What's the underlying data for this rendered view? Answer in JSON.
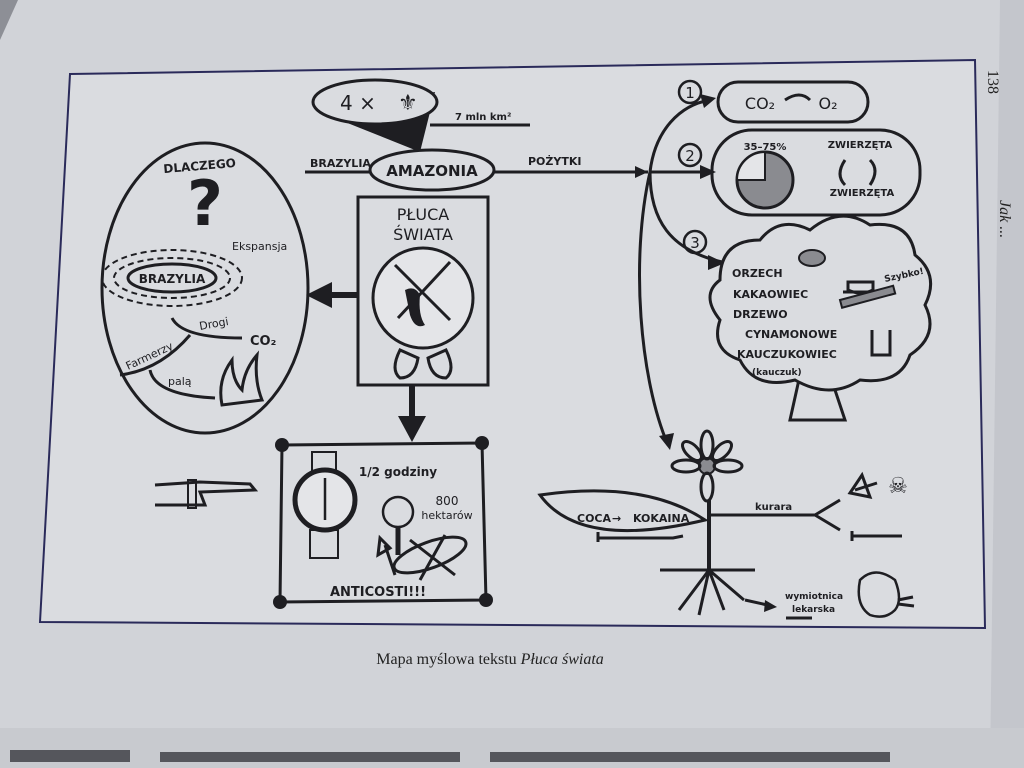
{
  "page": {
    "number": "138",
    "running_head": "Jak ...",
    "caption_prefix": "Mapa myślowa tekstu ",
    "caption_italic": "Płuca świata"
  },
  "center": {
    "title": "AMAZONIA",
    "left_label": "BRAZYLIA",
    "right_label": "POŻYTKI",
    "area_label": "7 mln km²",
    "size_compare": "4 ×"
  },
  "lungs": {
    "line1": "PŁUCA",
    "line2": "ŚWIATA"
  },
  "why": {
    "title": "DLACZEGO",
    "symbol": "?",
    "core": "BRAZYLIA",
    "expansion": "Ekspansja",
    "roads": "Drogi",
    "farmers": "Farmerzy",
    "burn": "palą",
    "co2": "CO₂"
  },
  "pinned": {
    "time": "1/2 godziny",
    "area_num": "800",
    "area_unit": "hektarów",
    "place": "ANTICOSTI!!!"
  },
  "benefits": [
    {
      "num": "1",
      "from": "CO₂",
      "to": "O₂"
    },
    {
      "num": "2",
      "percent": "35–75%",
      "top": "ZWIERZĘTA",
      "bottom": "ZWIERZĘTA"
    },
    {
      "num": "3",
      "items": [
        "ORZECH",
        "KAKAOWIEC",
        "DRZEWO",
        "CYNAMONOWE",
        "KAUCZUKOWIEC",
        "(kauczuk)"
      ],
      "note": "Szybko!"
    }
  ],
  "plant": {
    "coca": "COCA",
    "cocaine": "KOKAINA",
    "curare": "kurara",
    "emetic1": "wymiotnica",
    "emetic2": "lekarska"
  },
  "colors": {
    "paper": "#d3d5da",
    "ink": "#1e1e22",
    "frame": "#2a2a5a"
  }
}
